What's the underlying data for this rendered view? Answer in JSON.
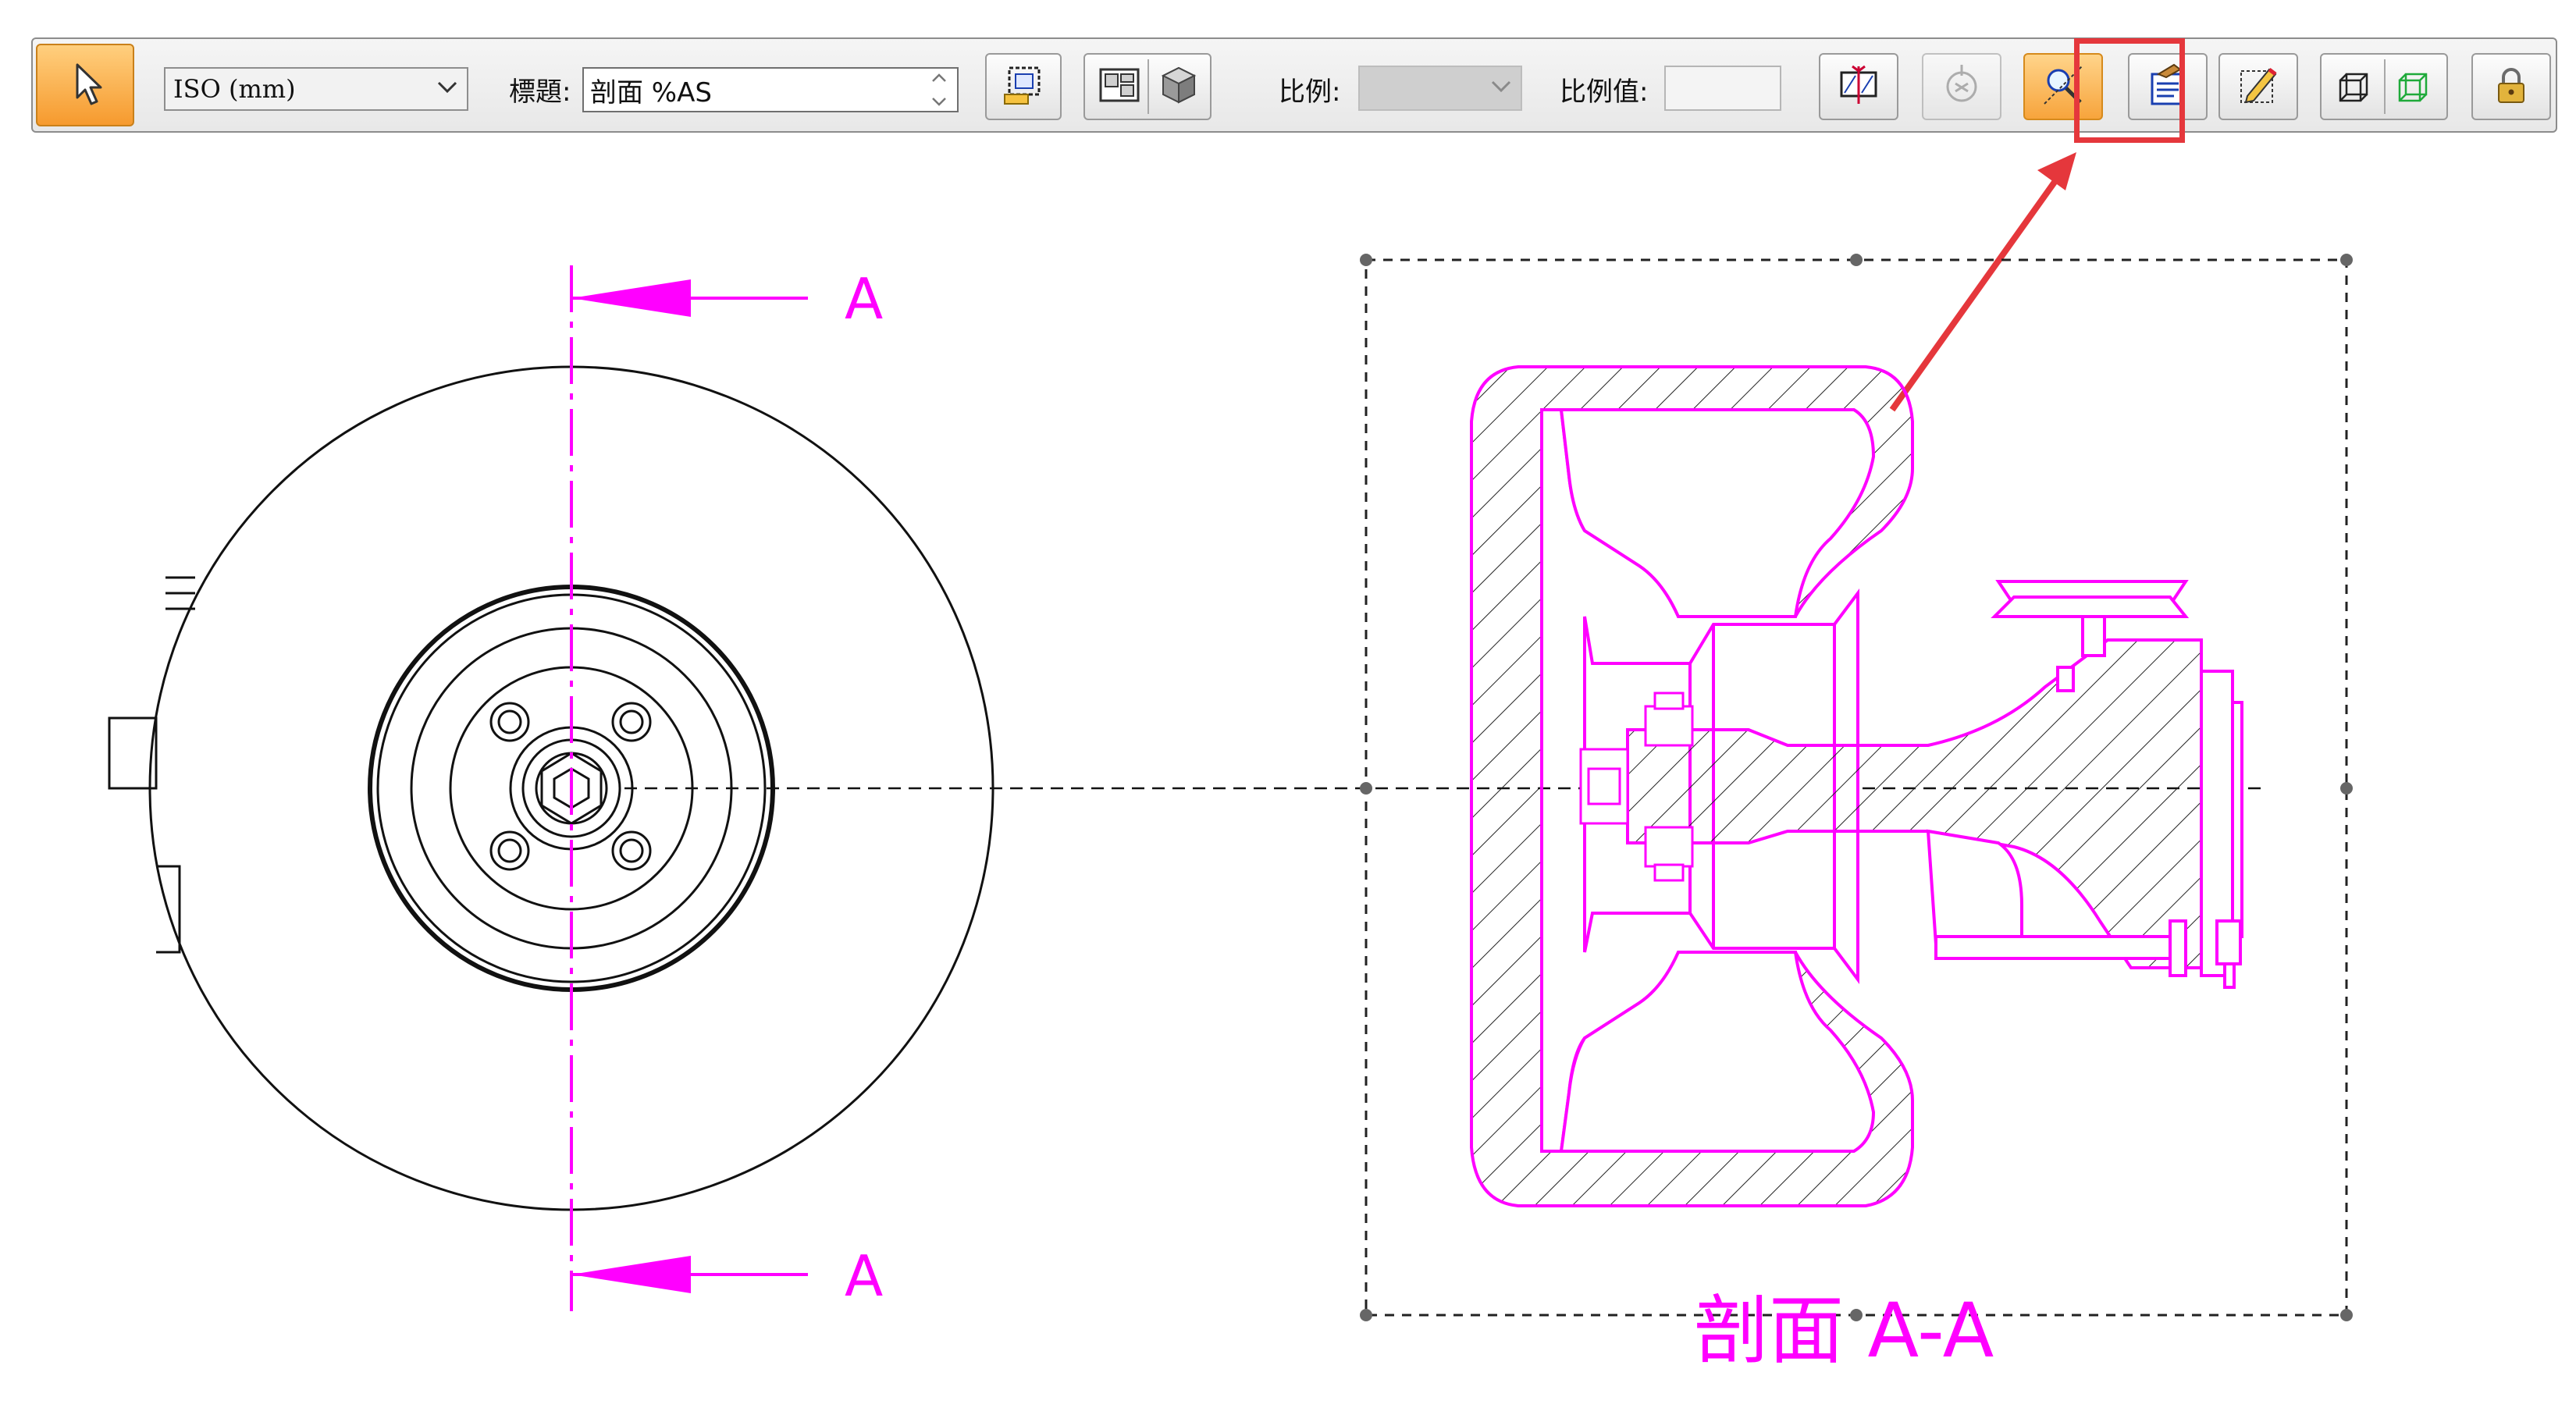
{
  "ribbon": {
    "standard_value": "ISO (mm)",
    "title_label": "標題:",
    "title_value": "剖面 %AS",
    "scale_label": "比例:",
    "scale_value": "",
    "scale_value_label": "比例值:",
    "scale_number_value": ""
  },
  "icons": [
    "select-arrow-icon",
    "view-caption-icon",
    "view-layout-icon",
    "shaded-cube-icon",
    "section-view-icon",
    "display-options-icon",
    "zoom-highlight-icon",
    "properties-icon",
    "edit-drawing-icon",
    "wireframe-cube-icon",
    "green-cube-icon",
    "lock-icon"
  ],
  "callout": {
    "color": "#e5373c",
    "target": "properties-button"
  },
  "drawing": {
    "section_letter_top": "A",
    "section_letter_bottom": "A",
    "section_caption": "剖面 A-A",
    "accent_color": "#ff00ff"
  }
}
